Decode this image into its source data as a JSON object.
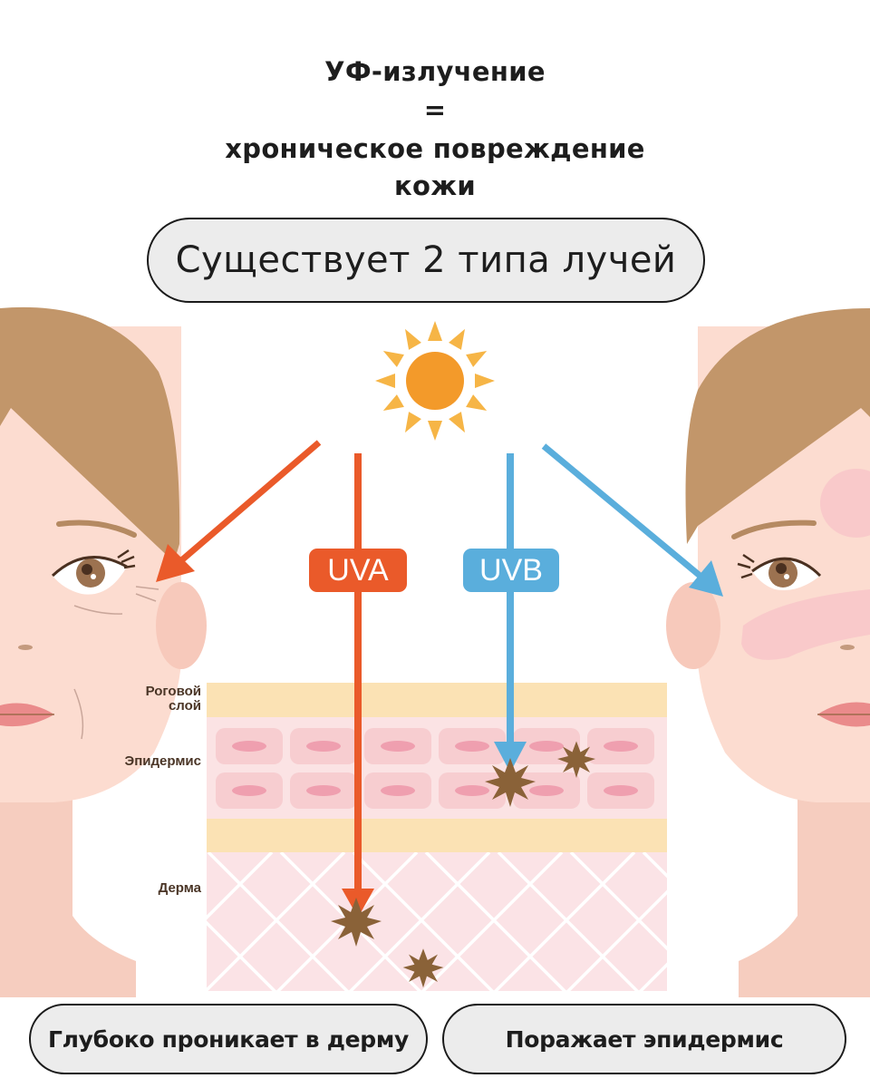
{
  "heading": {
    "line1": "УФ-излучение",
    "line2": "=",
    "line3": "хроническое повреждение",
    "line4": "кожи"
  },
  "subtitle_pill": {
    "label": "Существует 2 типа лучей"
  },
  "rays": {
    "uva": {
      "label": "UVA",
      "color": "#ea5a2a"
    },
    "uvb": {
      "label": "UVB",
      "color": "#5aaedc"
    }
  },
  "sun": {
    "icon": "sun-icon",
    "core_color": "#f39a2a",
    "ray_color": "#f6b546"
  },
  "skin_layers": {
    "stratum_corneum": "Роговой слой",
    "stratum_corneum_line1": "Роговой",
    "stratum_corneum_line2": "слой",
    "epidermis": "Эпидермис",
    "dermis": "Дерма"
  },
  "faces": {
    "left": {
      "description": "wrinkled-face",
      "hair_color": "#c2966a",
      "skin_color": "#fcdcd0"
    },
    "right": {
      "description": "sunburned-face",
      "hair_color": "#c2966a",
      "skin_color": "#fcdcd0"
    }
  },
  "bottom_pills": {
    "uva_effect": "Глубоко проникает в дерму",
    "uvb_effect": "Поражает эпидермис"
  },
  "colors": {
    "pill_bg": "#ececec",
    "pill_border": "#1a1a1a",
    "text": "#1d1d1d",
    "damage_star": "#8a6238",
    "corneum": "#fbe2b4",
    "epidermis": "#fbe3e4",
    "cell": "#f7cdd0",
    "nucleus": "#ef9faf",
    "dermis": "#fbe3e6"
  }
}
